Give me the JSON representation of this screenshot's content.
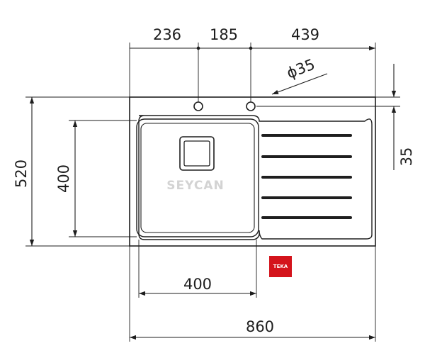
{
  "dimensions": {
    "top_left": "236",
    "top_middle": "185",
    "top_right": "439",
    "hole_diameter": "ϕ35",
    "right_offset": "35",
    "overall_height": "520",
    "bowl_height": "400",
    "bowl_width": "400",
    "overall_width": "860"
  },
  "watermark": "SEYCAN",
  "brand_logo": {
    "text": "TEKA",
    "color": "#d4141c"
  },
  "line_color": "#1e1e1e"
}
